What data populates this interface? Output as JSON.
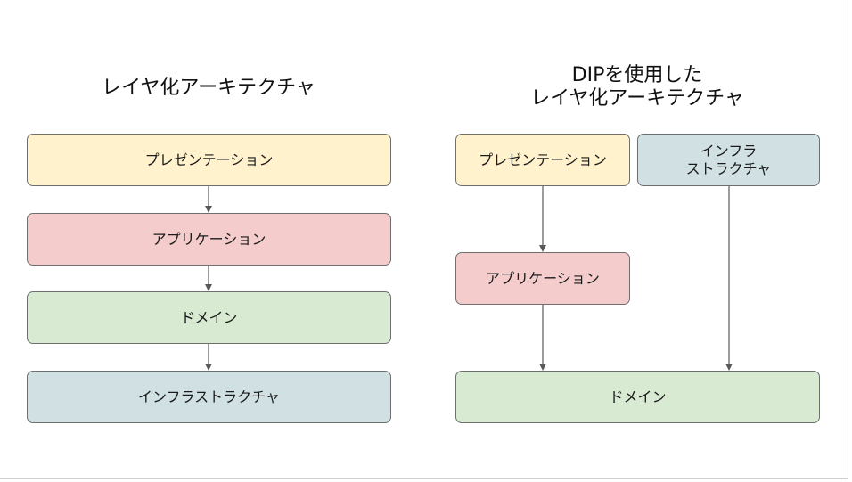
{
  "left_diagram": {
    "title": "レイヤ化アーキテクチャ",
    "layers": {
      "presentation": "プレゼンテーション",
      "application": "アプリケーション",
      "domain": "ドメイン",
      "infrastructure": "インフラストラクチャ"
    }
  },
  "right_diagram": {
    "title": "DIPを使用した\nレイヤ化アーキテクチャ",
    "layers": {
      "presentation": "プレゼンテーション",
      "infrastructure": "インフラ\nストラクチャ",
      "application": "アプリケーション",
      "domain": "ドメイン"
    }
  },
  "colors": {
    "presentation": "#fff2cc",
    "application": "#f4cccc",
    "domain": "#d9ead3",
    "infrastructure": "#d0e0e3"
  }
}
